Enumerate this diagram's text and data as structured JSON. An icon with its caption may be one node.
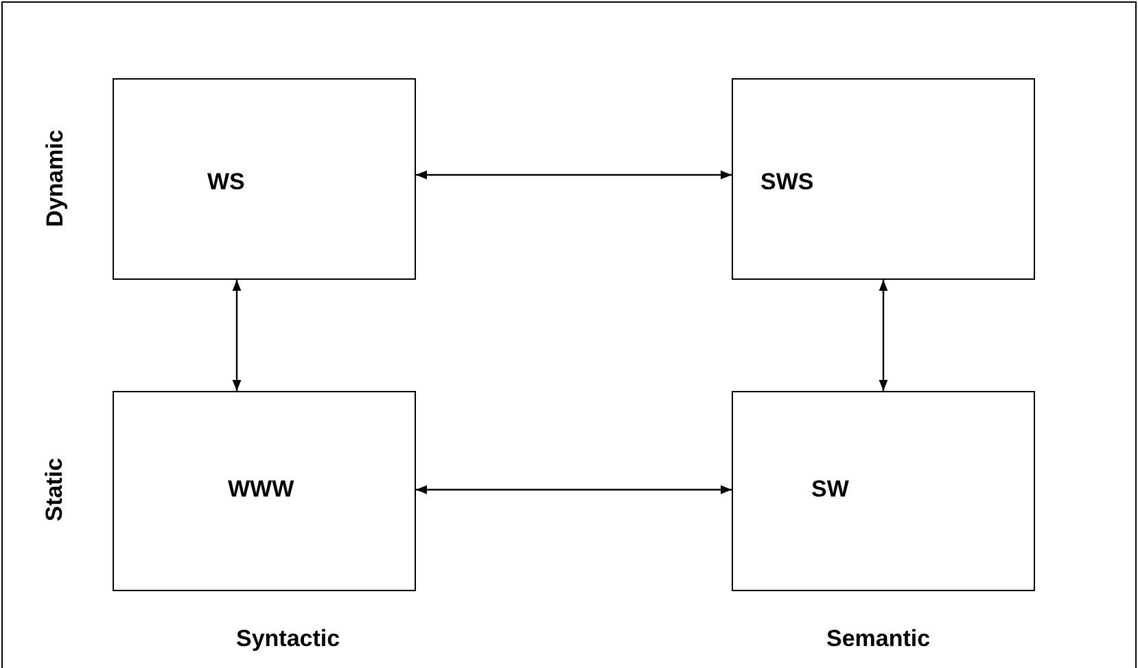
{
  "diagram": {
    "nodes": [
      {
        "text": [
          "WS"
        ]
      },
      {
        "text": [
          "SWS"
        ]
      },
      {
        "text": [
          "WWW"
        ]
      },
      {
        "text": [
          "SW"
        ]
      }
    ],
    "edges": [
      {
        "from": 0,
        "to": 1,
        "arrow": "both"
      },
      {
        "from": 0,
        "to": 2,
        "arrow": "both"
      },
      {
        "from": 1,
        "to": 3,
        "arrow": "both"
      },
      {
        "from": 2,
        "to": 3,
        "arrow": "both"
      }
    ],
    "labels": [
      "Dynamic",
      "Static",
      "Syntactic",
      "Semantic"
    ]
  }
}
